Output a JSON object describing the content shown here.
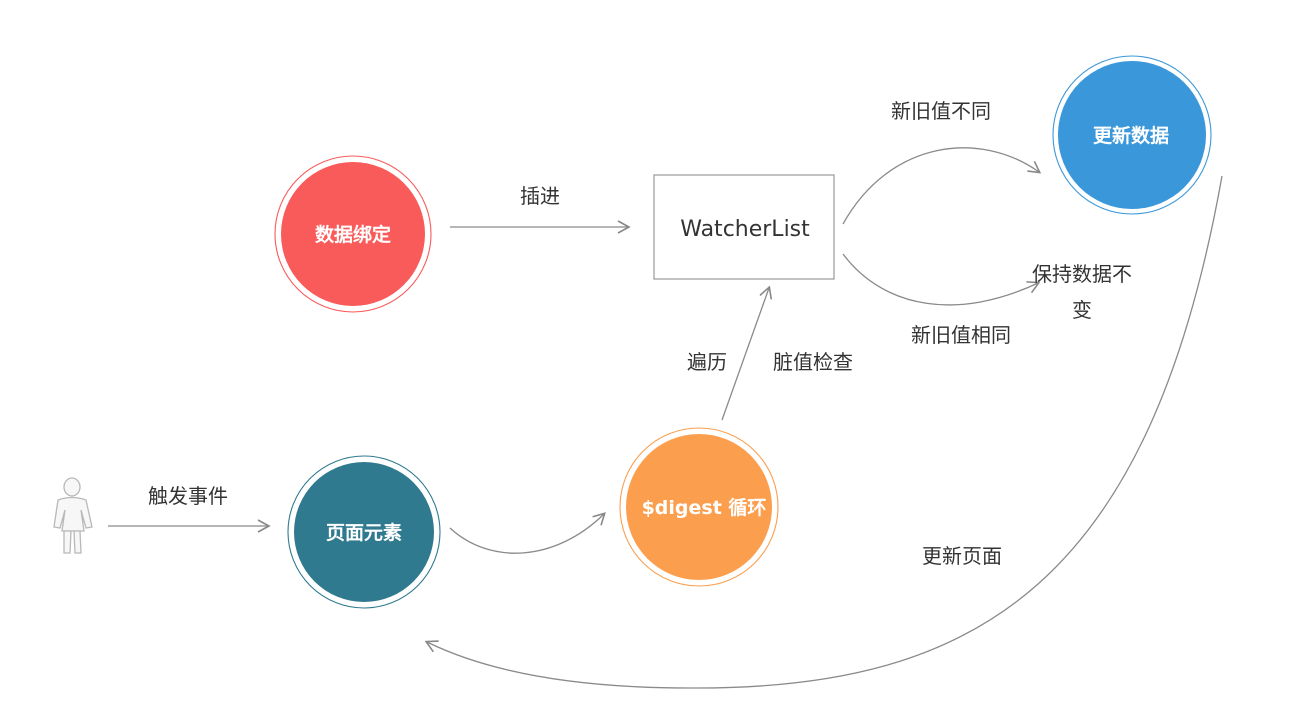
{
  "nodes": {
    "data_binding": {
      "label": "数据绑定",
      "color": "#f95a5a"
    },
    "page_element": {
      "label": "页面元素",
      "color": "#2f7a8e"
    },
    "digest_loop": {
      "label": "$digest 循环",
      "color": "#fb9f4f"
    },
    "update_data": {
      "label": "更新数据",
      "color": "#3a97d9"
    },
    "watcher_list": {
      "label": "WatcherList"
    },
    "keep_data": {
      "line1": "保持数据不",
      "line2": "变"
    }
  },
  "edges": {
    "insert": "插进",
    "trigger_event": "触发事件",
    "traverse": "遍历",
    "dirty_check": "脏值检查",
    "values_differ": "新旧值不同",
    "values_same": "新旧值相同",
    "update_page": "更新页面"
  },
  "colors": {
    "arrow": "#8a8a8a",
    "text": "#333333",
    "user_icon": "#cccccc"
  },
  "icons": {
    "user": "person-icon"
  }
}
